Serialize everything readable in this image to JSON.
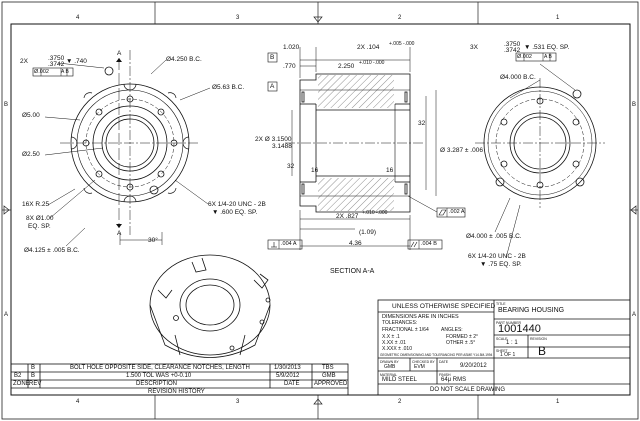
{
  "zones": {
    "top": [
      "4",
      "3",
      "2",
      "1"
    ],
    "bottom": [
      "4",
      "3",
      "2",
      "1"
    ],
    "left": [
      "B",
      "A"
    ],
    "right": [
      "B",
      "A"
    ]
  },
  "callouts": {
    "left_view": {
      "hole_top": "2X",
      "hole_top_dia": ".3750",
      "hole_top_dia2": ".3742",
      "hole_top_depth": "▼ .740",
      "hole_top_fcf": "Ø.002",
      "hole_top_datum": "A B",
      "bc_top": "Ø4.250 B.C.",
      "bc_563": "Ø5.63 B.C.",
      "d500": "Ø5.00",
      "d250": "Ø2.50",
      "r25": "16X R.25",
      "holes_8x": "8X Ø1.00",
      "eqsp": "EQ. SP.",
      "d4125": "Ø4.125 ± .005 B.C.",
      "tap": "6X 1/4-20 UNC - 2B",
      "tap_depth": "▼ .600 EQ. SP.",
      "angle": "30°",
      "label_A1": "A",
      "label_A2": "A"
    },
    "section": {
      "d1020": "1.020",
      "d770": ".770",
      "d2104": "2X .104",
      "d2104_tol": "+.005 -.000",
      "d2250": "2.250",
      "d2250_tol": "+.010 -.000",
      "d3150": "2X Ø 3.1500",
      "d3148": "3.1488",
      "d3287": "Ø 3.287 ± .006",
      "d32a": "32",
      "d32b": "32",
      "d16a": "16",
      "d16b": "16",
      "d827": "2X .827",
      "d827_tol": "+.010 -.000",
      "d436": "4.36",
      "d109": "(1.09)",
      "perp": ".004 A",
      "par": ".004 B",
      "flat": ".002 A",
      "datumB": "B",
      "datumA": "A",
      "title": "SECTION A-A"
    },
    "right_view": {
      "holes": "3X",
      "dia": ".3750",
      "dia2": ".3742",
      "depth": "▼ .531 EQ. SP.",
      "fcf": "Ø.002",
      "datum": "A B",
      "bc": "Ø4.000 B.C.",
      "bc2": "Ø4.000 ± .005 B.C.",
      "tap": "6X 1/4-20 UNC - 2B",
      "tap_depth": "▼ .75 EQ. SP."
    }
  },
  "title_block": {
    "unless": "UNLESS OTHERWISE SPECIFIED",
    "dims_in": "DIMENSIONS ARE IN INCHES",
    "tolerances": "TOLERANCES:",
    "fractional": "FRACTIONAL ±  1/64",
    "angles": "ANGLES:",
    "xx": "X.X     ±  .1",
    "xxx": "X.XX    ±  .01",
    "xxxx": "X.XXX   ±  .010",
    "formed": "FORMED ± 2°",
    "other": "OTHER  ± .5°",
    "gdt_note": "GEOMETRIC DIMENSIONING AND TOLERANCING PER ASME Y14.5M-1994",
    "drawn_by_label": "DRAWN BY",
    "drawn_by": "GMB",
    "checked_by_label": "CHECKED BY",
    "checked_by": "EVM",
    "date_label": "DATE",
    "date": "9/20/2012",
    "material_label": "MATERIAL",
    "material": "MILD STEEL",
    "finish_label": "FINISH",
    "finish": "64μ RMS",
    "title_label": "TITLE",
    "title": "BEARING HOUSING",
    "part_label": "PART NUMBER",
    "part": "1001440",
    "scale_label": "SCALE",
    "scale": "1 : 1",
    "revision_label": "REVISION",
    "revision": "B",
    "sheet_label": "SHEET",
    "sheet": "1 OF 1",
    "no_scale": "DO NOT SCALE DRAWING"
  },
  "revision_history": {
    "rows": [
      {
        "zone": "",
        "rev": "B",
        "description": "BOLT HOLE OPPOSITE SIDE, CLEARANCE NOTCHES, LENGTH",
        "date": "1/30/2013",
        "approved": "TBS"
      },
      {
        "zone": "B2",
        "rev": "B",
        "description": "1.500 TOL WAS +0-0.10",
        "date": "5/9/2012",
        "approved": "GMB"
      }
    ],
    "headers": {
      "zone": "ZONE",
      "rev": "REV",
      "description": "DESCRIPTION",
      "date": "DATE",
      "approved": "APPROVED"
    },
    "title": "REVISION HISTORY"
  }
}
